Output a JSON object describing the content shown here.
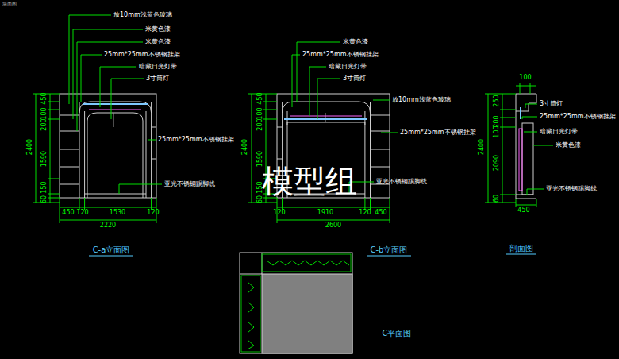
{
  "diagram": {
    "labels": [
      "墙面图",
      "放10mm浅蓝色玻璃",
      "米黄色漆",
      "米黄色漆",
      "25mm*25mm不锈钢挂架",
      "暗藏日光灯带",
      "3寸筒灯",
      "25mm*25mm不锈钢挂架",
      "亚光不锈钢踢脚线",
      "450",
      "100",
      "200",
      "1590",
      "2400",
      "150",
      "60",
      "450",
      "120",
      "1530",
      "120",
      "2220",
      "C-a立面图",
      "米黄色漆",
      "25mm*25mm不锈钢挂架",
      "暗藏日光灯带",
      "3寸筒灯",
      "放10mm浅蓝色玻璃",
      "25mm*25mm不锈钢挂架",
      "亚光不锈钢踢脚线",
      "450",
      "100",
      "200",
      "1590",
      "2400",
      "150",
      "60",
      "120",
      "1910",
      "120",
      "450",
      "2600",
      "C-b立面图",
      "100",
      "250",
      "200",
      "100",
      "2090",
      "60",
      "2400",
      "3寸筒灯",
      "25mm*25mm不锈钢挂架",
      "暗藏日光灯带",
      "米黄色漆",
      "亚光不锈钢踢脚线",
      "450",
      "剖面图",
      "C平面图",
      "模型组"
    ]
  }
}
